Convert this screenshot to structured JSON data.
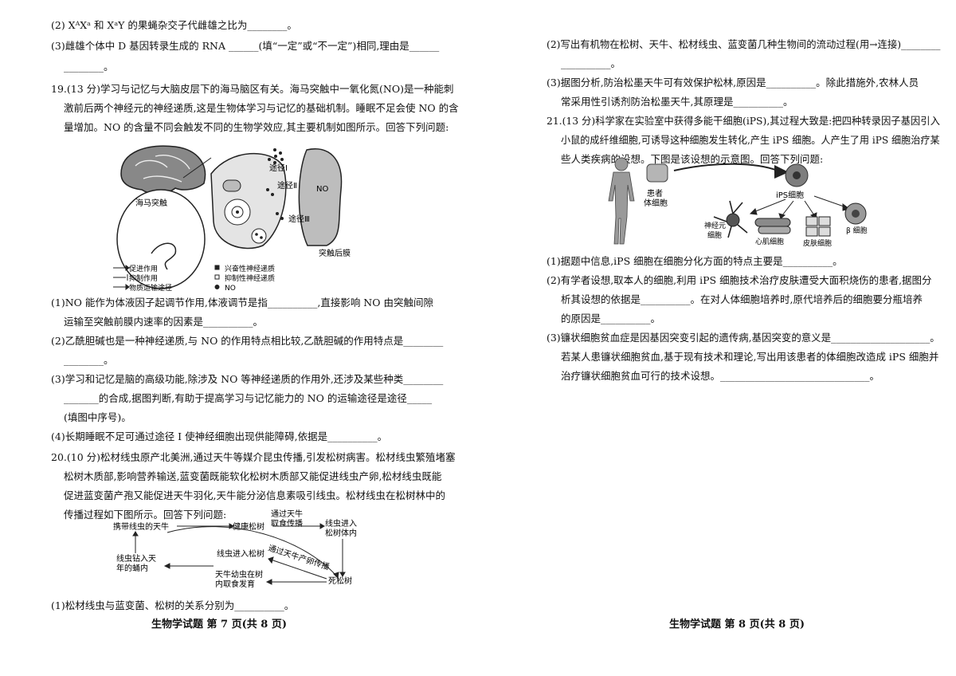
{
  "left": {
    "lines": [
      "(2) XᴬXᵃ 和 XᵃY 的果蝇杂交子代雌雄之比为________。",
      "(3)雌雄个体中 D 基因转录生成的 RNA ______(填“一定”或“不一定”)相同,理由是______",
      "________。",
      "19.(13 分)学习与记忆与大脑皮层下的海马脑区有关。海马突触中一氧化氮(NO)是一种能刺",
      "激前后两个神经元的神经递质,这是生物体学习与记忆的基础机制。睡眠不足会使 NO 的含",
      "量增加。NO 的含量不同会触发不同的生物学效应,其主要机制如图所示。回答下列问题:",
      "(1)NO 能作为体液因子起调节作用,体液调节是指__________,直接影响 NO 由突触间隙",
      "运输至突触前膜内速率的因素是__________。",
      "(2)乙酰胆碱也是一种神经递质,与 NO 的作用特点相比较,乙酰胆碱的作用特点是________",
      "________。",
      "(3)学习和记忆是脑的高级功能,除涉及 NO 等神经递质的作用外,还涉及某些种类________",
      "_______的合成,据图判断,有助于提高学习与记忆能力的 NO 的运输途径是途径_____",
      "(填图中序号)。",
      "(4)长期睡眠不足可通过途径 I 使神经细胞出现供能障碍,依据是__________。",
      "20.(10 分)松材线虫原产北美洲,通过天牛等媒介昆虫传播,引发松树病害。松材线虫繁殖堵塞",
      "松树木质部,影响营养输送,蓝变菌既能软化松树木质部又能促进线虫产卵,松材线虫既能",
      "促进蓝变菌产孢又能促进天牛羽化,天牛能分泌信息素吸引线虫。松材线虫在松树林中的",
      "传播过程如下图所示。回答下列问题:",
      "(1)松材线虫与蓝变菌、松树的关系分别为__________。"
    ],
    "fig19": {
      "hippocampus": "海马突触",
      "path1": "途径Ⅰ",
      "path2": "途径Ⅱ",
      "path3": "途径Ⅲ",
      "no": "NO",
      "postsyn": "突触后膜",
      "leg1": "促进作用",
      "leg2": "抑制作用",
      "leg3": "物质运输途径",
      "leg4": "兴奋性神经递质",
      "leg5": "抑制性神经递质",
      "leg6": "NO"
    },
    "fig20": {
      "n1": "携带线虫的天牛",
      "n2": "健康松树",
      "n3a": "通过天牛",
      "n3b": "取食传播",
      "n4a": "线虫进入",
      "n4b": "松树体内",
      "n5a": "线虫钻入天",
      "n5b": "年的蛹内",
      "n6": "线虫进入松树",
      "n7": "通过天牛产卵传播",
      "n8a": "天牛幼虫在树",
      "n8b": "内取食发育",
      "n9": "死松树"
    },
    "footer": "生物学试题  第 7 页(共 8 页)"
  },
  "right": {
    "lines": [
      "(2)写出有机物在松树、天牛、松材线虫、蓝变菌几种生物间的流动过程(用→连接)________",
      "__________。",
      "(3)据图分析,防治松墨天牛可有效保护松林,原因是__________。除此措施外,农林人员",
      "常采用性引诱剂防治松墨天牛,其原理是__________。",
      "21.(13 分)科学家在实验室中获得多能干细胞(iPS),其过程大致是:把四种转录因子基因引入",
      "小鼠的成纤维细胞,可诱导这种细胞发生转化,产生 iPS 细胞。人产生了用 iPS 细胞治疗某",
      "些人类疾病的设想。下图是该设想的示意图。回答下列问题:",
      "(1)据题中信息,iPS 细胞在细胞分化方面的特点主要是__________。",
      "(2)有学者设想,取本人的细胞,利用 iPS 细胞技术治疗皮肤遭受大面积烧伤的患者,据图分",
      "析其设想的依据是__________。在对人体细胞培养时,原代培养后的细胞要分瓶培养",
      "的原因是__________。",
      "(3)镰状细胞贫血症是因基因突变引起的遗传病,基因突变的意义是____________________。",
      "若某人患镰状细胞贫血,基于现有技术和理论,写出用该患者的体细胞改造成 iPS 细胞并",
      "治疗镰状细胞贫血可行的技术设想。______________________________。"
    ],
    "fig21": {
      "patient_a": "患者",
      "patient_b": "体细胞",
      "ips": "iPS细胞",
      "neuron_a": "神经元",
      "neuron_b": "细胞",
      "cardiac": "心肌细胞",
      "skin": "皮肤细胞",
      "beta": "β 细胞"
    },
    "footer": "生物学试题  第 8 页(共 8 页)"
  }
}
